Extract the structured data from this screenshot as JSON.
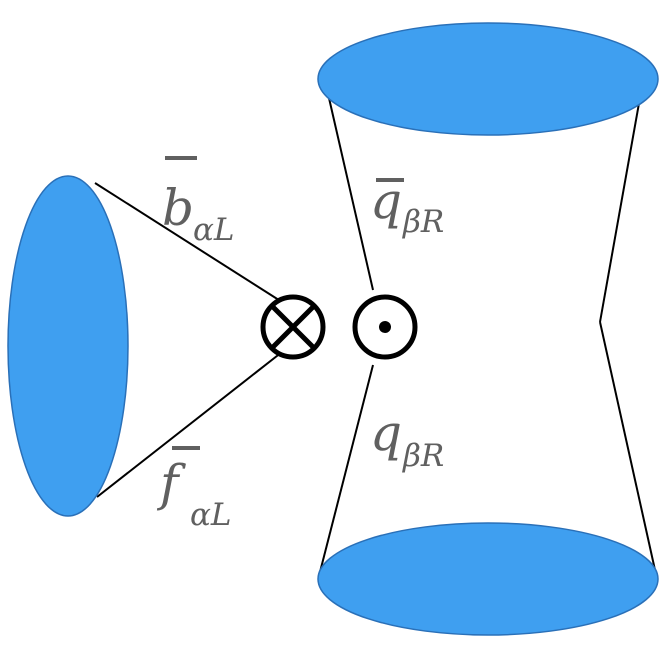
{
  "colors": {
    "disk_fill": "#3f9ff0",
    "line": "#000000",
    "label": "#606060",
    "background": "#ffffff"
  },
  "labels": {
    "b_bar": {
      "main": "b",
      "sub": "αL"
    },
    "f_bar": {
      "main": "f",
      "sub": "αL"
    },
    "q_bar": {
      "main": "q",
      "sub": "βR"
    },
    "q": {
      "main": "q",
      "sub": "βR"
    }
  },
  "icons": {
    "otimes": "circle-times-icon",
    "odot": "circle-dot-icon"
  }
}
